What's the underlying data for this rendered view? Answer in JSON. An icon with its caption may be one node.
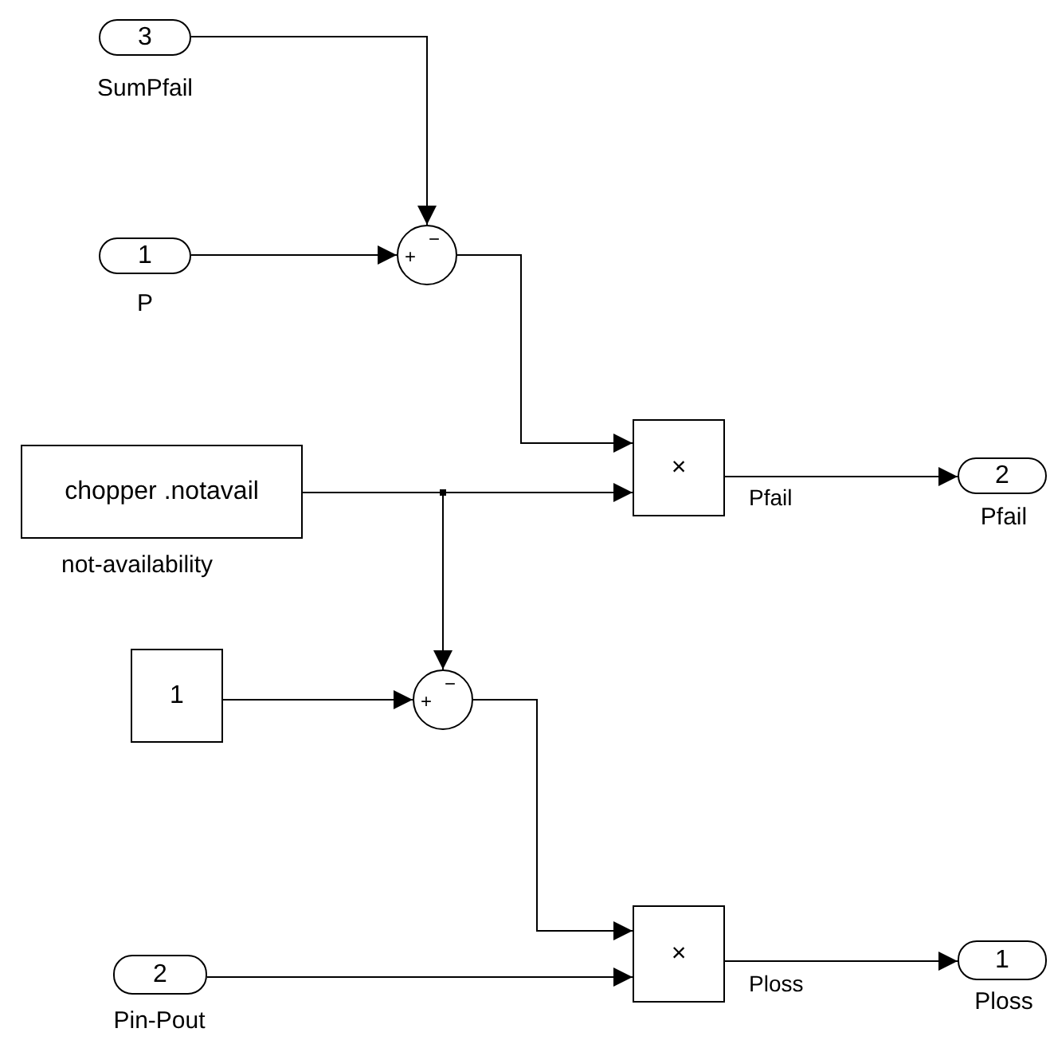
{
  "diagram": {
    "nodes": [
      {
        "text": [
          "3"
        ],
        "beside": [
          "SumPfail"
        ]
      },
      {
        "text": [
          "1"
        ],
        "beside": [
          "P"
        ]
      },
      {
        "text": [
          "+",
          "−"
        ]
      },
      {
        "text": [
          "chopper .notavail"
        ],
        "beside": [
          "not-availability"
        ]
      },
      {
        "text": [
          "×"
        ]
      },
      {
        "text": [
          "2"
        ],
        "beside": [
          "Pfail"
        ]
      },
      {
        "text": [
          "1"
        ]
      },
      {
        "text": [
          "+",
          "−"
        ]
      },
      {
        "text": [
          "2"
        ],
        "beside": [
          "Pin-Pout"
        ]
      },
      {
        "text": [
          "×"
        ]
      },
      {
        "text": [
          "1"
        ],
        "beside": [
          "Ploss"
        ]
      }
    ],
    "edges": [
      {
        "from": 0,
        "to": 2,
        "arrow": "to"
      },
      {
        "from": 1,
        "to": 2,
        "arrow": "to"
      },
      {
        "from": 2,
        "to": 4,
        "arrow": "to"
      },
      {
        "from": 3,
        "to": 4,
        "arrow": "to"
      },
      {
        "from": 3,
        "to": 7,
        "arrow": "to"
      },
      {
        "from": 6,
        "to": 7,
        "arrow": "to"
      },
      {
        "from": 4,
        "to": 5,
        "arrow": "to",
        "label": "Pfail"
      },
      {
        "from": 7,
        "to": 9,
        "arrow": "to"
      },
      {
        "from": 8,
        "to": 9,
        "arrow": "to"
      },
      {
        "from": 9,
        "to": 10,
        "arrow": "to",
        "label": "Ploss"
      }
    ]
  }
}
